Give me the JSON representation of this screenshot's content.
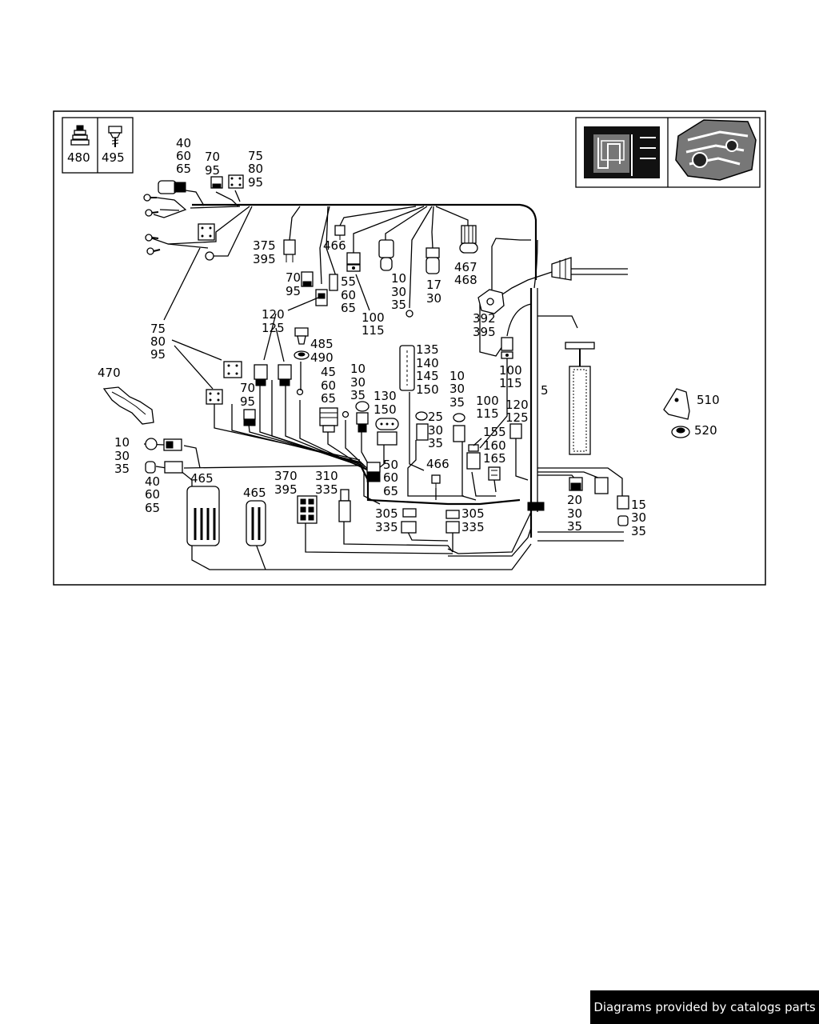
{
  "footer": {
    "text": "Diagrams provided by catalogs parts"
  },
  "legend": {
    "left": "480",
    "right": "495"
  },
  "labels": [
    "40",
    "60",
    "65",
    "70",
    "95",
    "75",
    "80",
    "95",
    "375",
    "395",
    "466",
    "70",
    "95",
    "55",
    "60",
    "65",
    "100",
    "115",
    "10",
    "30",
    "35",
    "17",
    "30",
    "467",
    "468",
    "392",
    "395",
    "100",
    "115",
    "5",
    "120",
    "125",
    "75",
    "80",
    "95",
    "485",
    "490",
    "45",
    "60",
    "65",
    "10",
    "30",
    "35",
    "135",
    "140",
    "145",
    "150",
    "130",
    "150",
    "10",
    "30",
    "35",
    "25",
    "30",
    "35",
    "100",
    "115",
    "120",
    "125",
    "155",
    "160",
    "165",
    "470",
    "70",
    "95",
    "10",
    "30",
    "35",
    "40",
    "60",
    "65",
    "50",
    "60",
    "65",
    "466",
    "510",
    "520",
    "465",
    "465",
    "370",
    "395",
    "310",
    "335",
    "305",
    "335",
    "305",
    "335",
    "20",
    "30",
    "35",
    "15",
    "30",
    "35"
  ]
}
